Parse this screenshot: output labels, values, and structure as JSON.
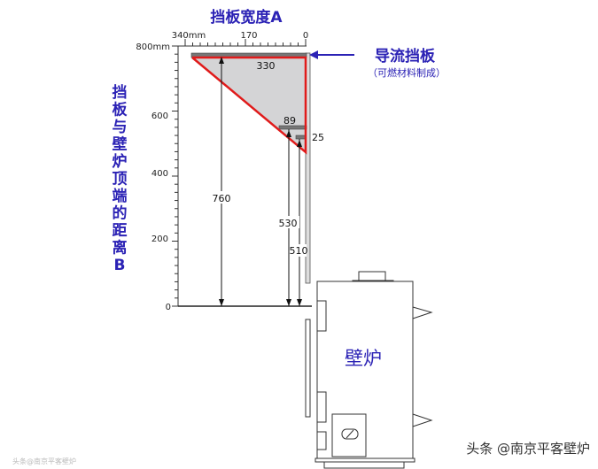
{
  "title_width": "挡板宽度A",
  "title_distance_chars": [
    "挡",
    "板",
    "与",
    "壁",
    "炉",
    "顶",
    "端",
    "的",
    "距",
    "离",
    "B"
  ],
  "x_axis": {
    "ticks": [
      "340mm",
      "170",
      "0"
    ]
  },
  "y_axis": {
    "ticks": [
      "800mm",
      "600",
      "400",
      "200",
      "0"
    ]
  },
  "baffle_label": "导流挡板",
  "baffle_note": "（可燃材料制成）",
  "dimensions": {
    "w1": "330",
    "w2": "89",
    "w3": "25",
    "h1": "760",
    "h2": "530",
    "h3": "510"
  },
  "fireplace_label": "壁炉",
  "watermark_left": "头条@南京平客壁炉",
  "watermark_right": "头条 @南京平客壁炉",
  "colors": {
    "accent": "#2b22b5",
    "limit_line": "#e01b1b",
    "shade": "#d4d4d6"
  }
}
